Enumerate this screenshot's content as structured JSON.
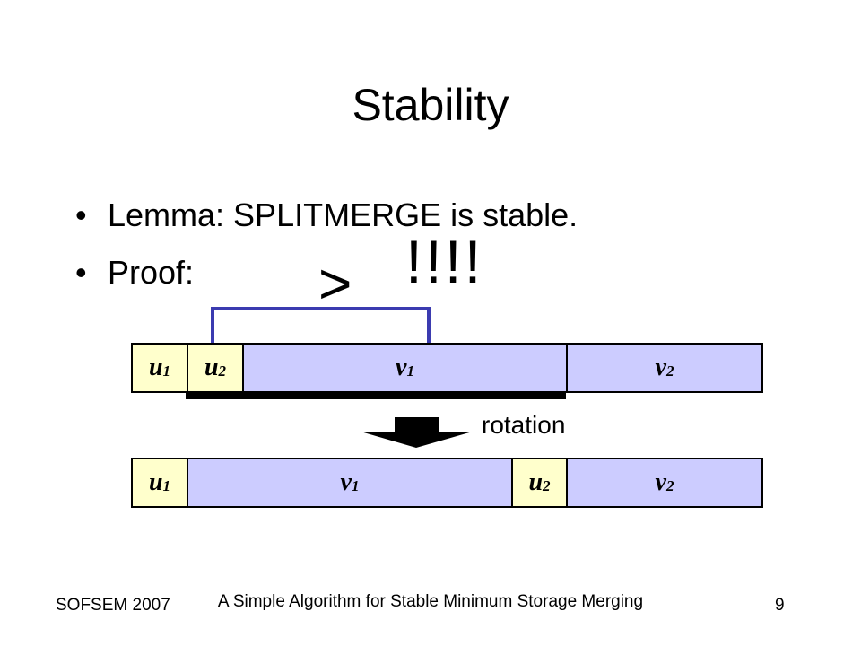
{
  "slide": {
    "title": "Stability",
    "bullets": [
      "Lemma: SPLITMERGE is stable.",
      "Proof:"
    ],
    "bullet_glyph": "•",
    "greater_symbol": ">",
    "exclamations": "!!!!"
  },
  "diagram": {
    "top_row": [
      {
        "base": "u",
        "sub": "1",
        "kind": "u"
      },
      {
        "base": "u",
        "sub": "2",
        "kind": "u"
      },
      {
        "base": "v",
        "sub": "1",
        "kind": "v"
      },
      {
        "base": "v",
        "sub": "2",
        "kind": "v"
      }
    ],
    "bottom_row": [
      {
        "base": "u",
        "sub": "1",
        "kind": "u"
      },
      {
        "base": "v",
        "sub": "1",
        "kind": "v"
      },
      {
        "base": "u",
        "sub": "2",
        "kind": "u"
      },
      {
        "base": "v",
        "sub": "2",
        "kind": "v"
      }
    ],
    "rotation_label": "rotation",
    "colors": {
      "u_fill": "#ffffcc",
      "v_fill": "#ccccff",
      "bracket": "#3b3bb0"
    }
  },
  "footer": {
    "left": "SOFSEM 2007",
    "center": "A Simple Algorithm for Stable Minimum Storage Merging",
    "page_number": "9"
  }
}
